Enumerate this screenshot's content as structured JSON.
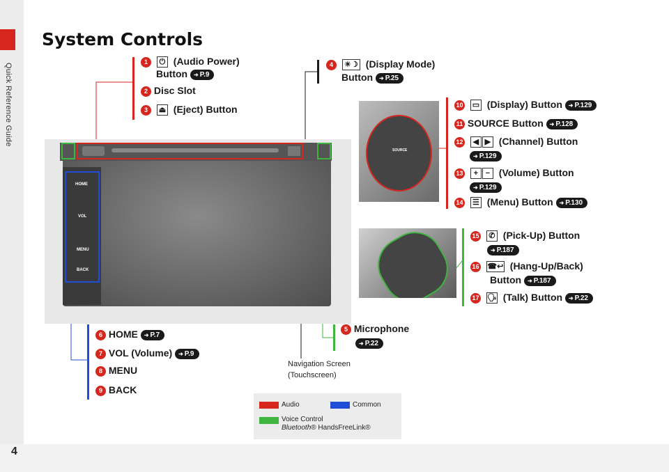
{
  "sidebar": {
    "section": "Quick Reference Guide"
  },
  "page_number": "4",
  "title": "System Controls",
  "callouts": {
    "c1": {
      "num": "1",
      "text": "(Audio Power)",
      "text2": "Button",
      "ref": "P.9"
    },
    "c2": {
      "num": "2",
      "text": "Disc Slot"
    },
    "c3": {
      "num": "3",
      "text": "(Eject) Button"
    },
    "c4": {
      "num": "4",
      "text": "(Display Mode)",
      "text2": "Button",
      "ref": "P.25"
    },
    "c5": {
      "num": "5",
      "text": "Microphone",
      "ref": "P.22"
    },
    "c6": {
      "num": "6",
      "text": "HOME",
      "ref": "P.7"
    },
    "c7": {
      "num": "7",
      "text": "VOL (Volume)",
      "ref": "P.9"
    },
    "c8": {
      "num": "8",
      "text": "MENU"
    },
    "c9": {
      "num": "9",
      "text": "BACK"
    },
    "c10": {
      "num": "10",
      "text": "(Display) Button",
      "ref": "P.129"
    },
    "c11": {
      "num": "11",
      "text": "SOURCE Button",
      "ref": "P.128"
    },
    "c12": {
      "num": "12",
      "text": "(Channel) Button",
      "ref": "P.129"
    },
    "c13": {
      "num": "13",
      "text": "(Volume) Button",
      "ref": "P.129"
    },
    "c14": {
      "num": "14",
      "text": "(Menu) Button",
      "ref": "P.130"
    },
    "c15": {
      "num": "15",
      "text": "(Pick-Up) Button",
      "ref": "P.187"
    },
    "c16": {
      "num": "16",
      "text": "(Hang-Up/Back)",
      "text2": "Button",
      "ref": "P.187"
    },
    "c17": {
      "num": "17",
      "text": "(Talk) Button",
      "ref": "P.22"
    }
  },
  "nav_screen_label": {
    "line1": "Navigation Screen",
    "line2": "(Touchscreen)"
  },
  "panel_labels": {
    "home": "HOME",
    "vol": "VOL",
    "menu": "MENU",
    "back": "BACK",
    "source": "SOURCE"
  },
  "legend": {
    "audio": "Audio",
    "common": "Common",
    "voice_line1": "Voice Control",
    "voice_line2_italic": "Bluetooth",
    "voice_line2_rest": "® HandsFreeLink®"
  },
  "colors": {
    "audio": "#d7261e",
    "common": "#1f4fd6",
    "voice": "#3fb53f"
  }
}
